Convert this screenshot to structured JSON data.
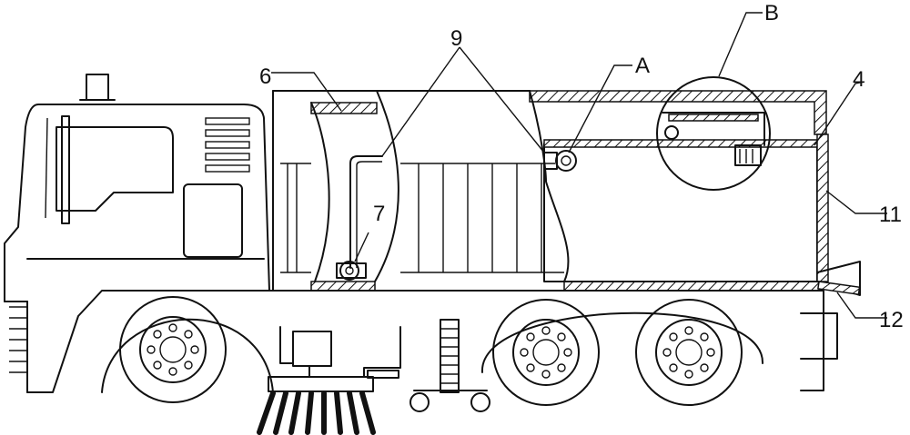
{
  "labels": {
    "six": "6",
    "nine": "9",
    "a": "A",
    "b": "B",
    "four": "4",
    "seven": "7",
    "eleven": "11",
    "twelve": "12"
  },
  "stroke_color": "#111111",
  "background_color": "#ffffff"
}
